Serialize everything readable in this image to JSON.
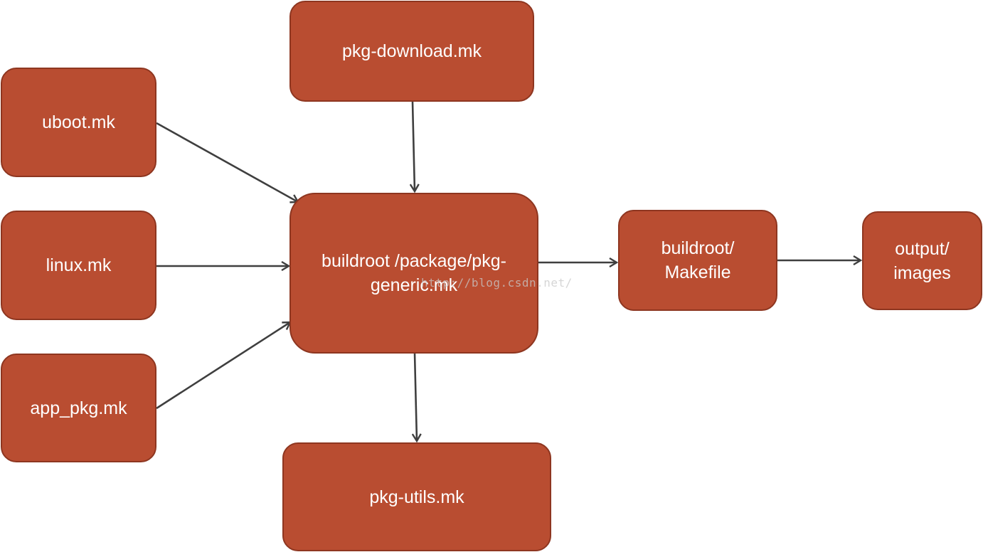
{
  "nodes": {
    "pkg_download": {
      "label": "pkg-download.mk"
    },
    "uboot": {
      "label": "uboot.mk"
    },
    "linux": {
      "label": "linux.mk"
    },
    "app_pkg": {
      "label": "app_pkg.mk"
    },
    "pkg_generic": {
      "label": "buildroot /package/pkg-\ngeneric.mk"
    },
    "makefile": {
      "label": "buildroot/\nMakefile"
    },
    "output": {
      "label": "output/\nimages"
    },
    "pkg_utils": {
      "label": "pkg-utils.mk"
    }
  },
  "edges": [
    {
      "from": "uboot",
      "to": "pkg_generic"
    },
    {
      "from": "linux",
      "to": "pkg_generic"
    },
    {
      "from": "app_pkg",
      "to": "pkg_generic"
    },
    {
      "from": "pkg_download",
      "to": "pkg_generic"
    },
    {
      "from": "pkg_generic",
      "to": "pkg_utils"
    },
    {
      "from": "pkg_generic",
      "to": "makefile"
    },
    {
      "from": "makefile",
      "to": "output"
    }
  ],
  "watermark": "http://blog.csdn.net/",
  "colors": {
    "node_fill": "#b94d31",
    "node_border": "#8e3620",
    "arrow": "#3f3f3f"
  }
}
